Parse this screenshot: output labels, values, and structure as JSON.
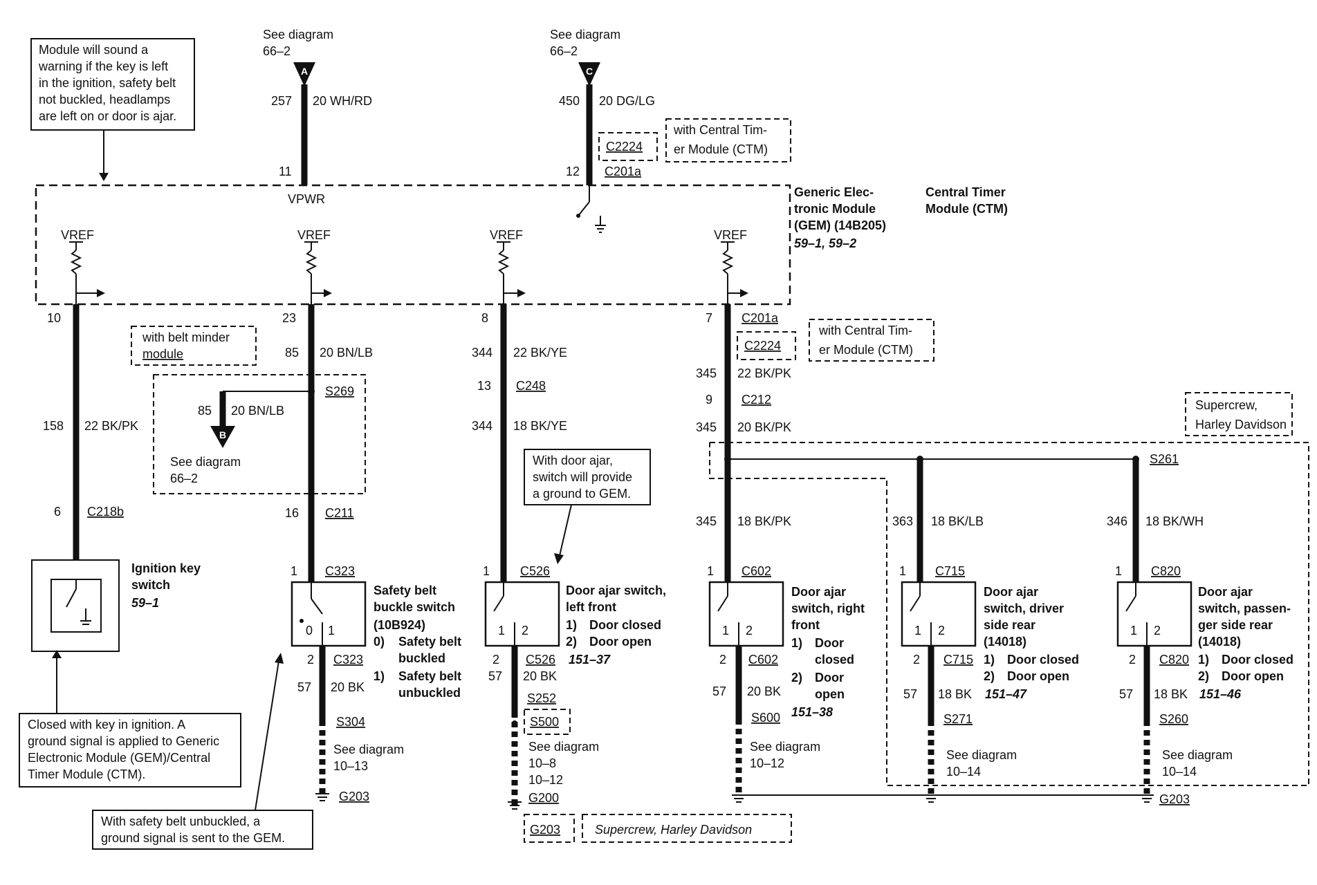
{
  "notes": {
    "key_warning": [
      "Module will sound a",
      "warning if the key is left",
      "in the ignition, safety belt",
      "not buckled, headlamps",
      "are left on or door is ajar."
    ],
    "ignition_closed": [
      "Closed with key in ignition. A",
      "ground signal is applied to Generic",
      "Electronic Module (GEM)/Central",
      "Timer Module (CTM)."
    ],
    "belt_unbuckled": [
      "With safety belt unbuckled, a",
      "ground signal is sent to the GEM."
    ],
    "door_ajar": [
      "With door ajar,",
      "switch will provide",
      "a ground to GEM."
    ]
  },
  "top_a": {
    "see": "See diagram",
    "ref": "66–2",
    "letter": "A",
    "circuit": "257",
    "wire": "20 WH/RD",
    "pin": "11",
    "pin_label": "VPWR"
  },
  "top_c": {
    "see": "See diagram",
    "ref": "66–2",
    "letter": "C",
    "circuit": "450",
    "wire": "20 DG/LG",
    "connector": "C2224",
    "ctm_note": [
      "with Central Tim-",
      "er Module (CTM)"
    ],
    "pin": "12",
    "conn": "C201a"
  },
  "gem": {
    "name": [
      "Generic Elec-",
      "tronic Module",
      "(GEM) (14B205)"
    ],
    "ref": "59–1, 59–2"
  },
  "ctm": {
    "name": [
      "Central Timer",
      "Module (CTM)"
    ]
  },
  "vref": "VREF",
  "col1": {
    "pin": "10",
    "circuit": "158",
    "wire": "22 BK/PK",
    "pin2": "6",
    "conn": "C218b"
  },
  "ignition": {
    "name": [
      "Ignition key",
      "switch"
    ],
    "ref": "59–1"
  },
  "col2": {
    "pin": "23",
    "circuit": "85",
    "wire": "20 BN/LB",
    "belt_minder": [
      "with belt minder",
      "module"
    ],
    "splice": "S269",
    "b_circuit": "85",
    "b_wire": "20 BN/LB",
    "b_letter": "B",
    "b_see": "See diagram",
    "b_ref": "66–2",
    "pin2": "16",
    "conn2": "C211",
    "pin3": "1",
    "conn3": "C323",
    "pin4": "2",
    "conn4": "C323",
    "gnd_circuit": "57",
    "gnd_wire": "20 BK",
    "splice2": "S304",
    "see": "See diagram",
    "see_ref": "10–13",
    "ground": "G203"
  },
  "belt_switch": {
    "name": [
      "Safety belt",
      "buckle switch",
      "(10B924)"
    ],
    "pos0": "0",
    "pos1": "1",
    "states": [
      [
        "0)",
        "Safety belt",
        "buckled"
      ],
      [
        "1)",
        "Safety belt",
        "unbuckled"
      ]
    ]
  },
  "col3": {
    "pin": "8",
    "circuit": "344",
    "wire": "22 BK/YE",
    "pin2": "13",
    "conn2": "C248",
    "circuit2": "344",
    "wire2": "18 BK/YE",
    "pin3": "1",
    "conn3": "C526",
    "pin4": "2",
    "conn4": "C526",
    "gnd_circuit": "57",
    "gnd_wire": "20 BK",
    "splice": "S252",
    "splice2": "S500",
    "see": "See diagram",
    "see_ref1": "10–8",
    "see_ref2": "10–12",
    "ground": "G200",
    "ground2": "G203",
    "sc_note": "Supercrew, Harley Davidson"
  },
  "lf_switch": {
    "name": [
      "Door ajar switch,",
      "left front"
    ],
    "states": [
      [
        "1)",
        "Door closed"
      ],
      [
        "2)",
        "Door open"
      ]
    ],
    "ref": "151–37",
    "p1": "1",
    "p2": "2"
  },
  "col4": {
    "pin": "7",
    "conn": "C201a",
    "connector": "C2224",
    "ctm_note": [
      "with Central Tim-",
      "er Module (CTM)"
    ],
    "circuit": "345",
    "wire": "22 BK/PK",
    "pin2": "9",
    "conn2": "C212",
    "circuit2": "345",
    "wire2": "20 BK/PK",
    "circuit3": "345",
    "wire3": "18 BK/PK",
    "pin3": "1",
    "conn3": "C602",
    "pin4": "2",
    "conn4": "C602",
    "gnd_circuit": "57",
    "gnd_wire": "20 BK",
    "splice": "S600",
    "see": "See diagram",
    "see_ref": "10–12"
  },
  "rf_switch": {
    "name": [
      "Door ajar",
      "switch, right",
      "front"
    ],
    "states": [
      [
        "1)",
        "Door",
        "closed"
      ],
      [
        "2)",
        "Door",
        "open"
      ]
    ],
    "ref": "151–38",
    "p1": "1",
    "p2": "2"
  },
  "supercrew": {
    "note": [
      "Supercrew,",
      "Harley Davidson"
    ],
    "splice": "S261"
  },
  "col5": {
    "circuit": "363",
    "wire": "18 BK/LB",
    "pin": "1",
    "conn": "C715",
    "pin2": "2",
    "conn2": "C715",
    "gnd_circuit": "57",
    "gnd_wire": "18 BK",
    "splice": "S271",
    "see": "See diagram",
    "see_ref": "10–14"
  },
  "dr_switch": {
    "name": [
      "Door ajar",
      "switch, driver",
      "side rear",
      "(14018)"
    ],
    "states": [
      [
        "1)",
        "Door closed"
      ],
      [
        "2)",
        "Door open"
      ]
    ],
    "ref": "151–47",
    "p1": "1",
    "p2": "2"
  },
  "col6": {
    "circuit": "346",
    "wire": "18 BK/WH",
    "pin": "1",
    "conn": "C820",
    "pin2": "2",
    "conn2": "C820",
    "gnd_circuit": "57",
    "gnd_wire": "18 BK",
    "splice": "S260",
    "see": "See diagram",
    "see_ref": "10–14",
    "ground": "G203"
  },
  "pr_switch": {
    "name": [
      "Door ajar",
      "switch, passen-",
      "ger side rear",
      "(14018)"
    ],
    "states": [
      [
        "1)",
        "Door closed"
      ],
      [
        "2)",
        "Door open"
      ]
    ],
    "ref": "151–46",
    "p1": "1",
    "p2": "2"
  }
}
